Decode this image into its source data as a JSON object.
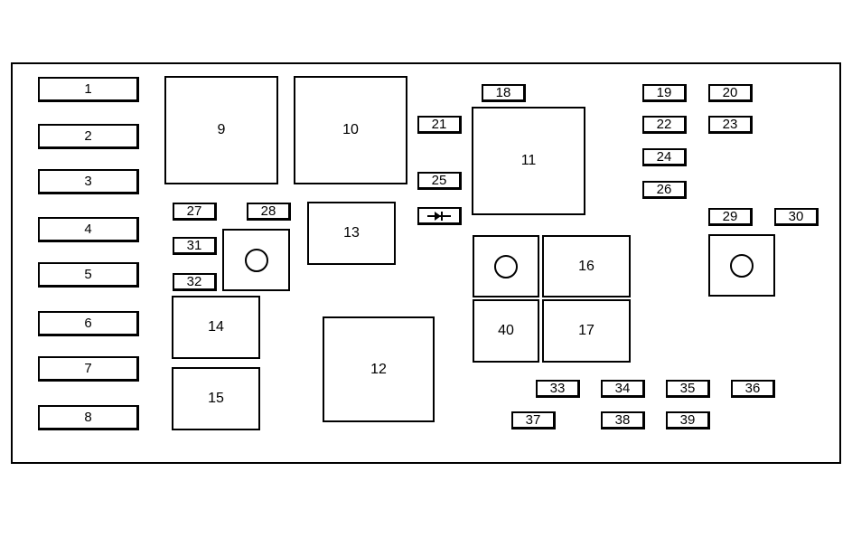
{
  "fuse_block": {
    "left_column": [
      "1",
      "2",
      "3",
      "4",
      "5",
      "6",
      "7",
      "8"
    ],
    "relays": {
      "r9": "9",
      "r10": "10",
      "r11": "11",
      "r12": "12",
      "r13": "13",
      "r14": "14",
      "r15": "15",
      "r16": "16",
      "r17": "17",
      "r40": "40"
    },
    "mini_fuses": {
      "f18": "18",
      "f19": "19",
      "f20": "20",
      "f21": "21",
      "f22": "22",
      "f23": "23",
      "f24": "24",
      "f25": "25",
      "f26": "26",
      "f27": "27",
      "f28": "28",
      "f29": "29",
      "f30": "30",
      "f31": "31",
      "f32": "32",
      "f33": "33",
      "f34": "34",
      "f35": "35",
      "f36": "36",
      "f37": "37",
      "f38": "38",
      "f39": "39"
    },
    "diode_icon": "diode-icon",
    "colors": {
      "line": "#000000",
      "background": "#ffffff"
    }
  }
}
